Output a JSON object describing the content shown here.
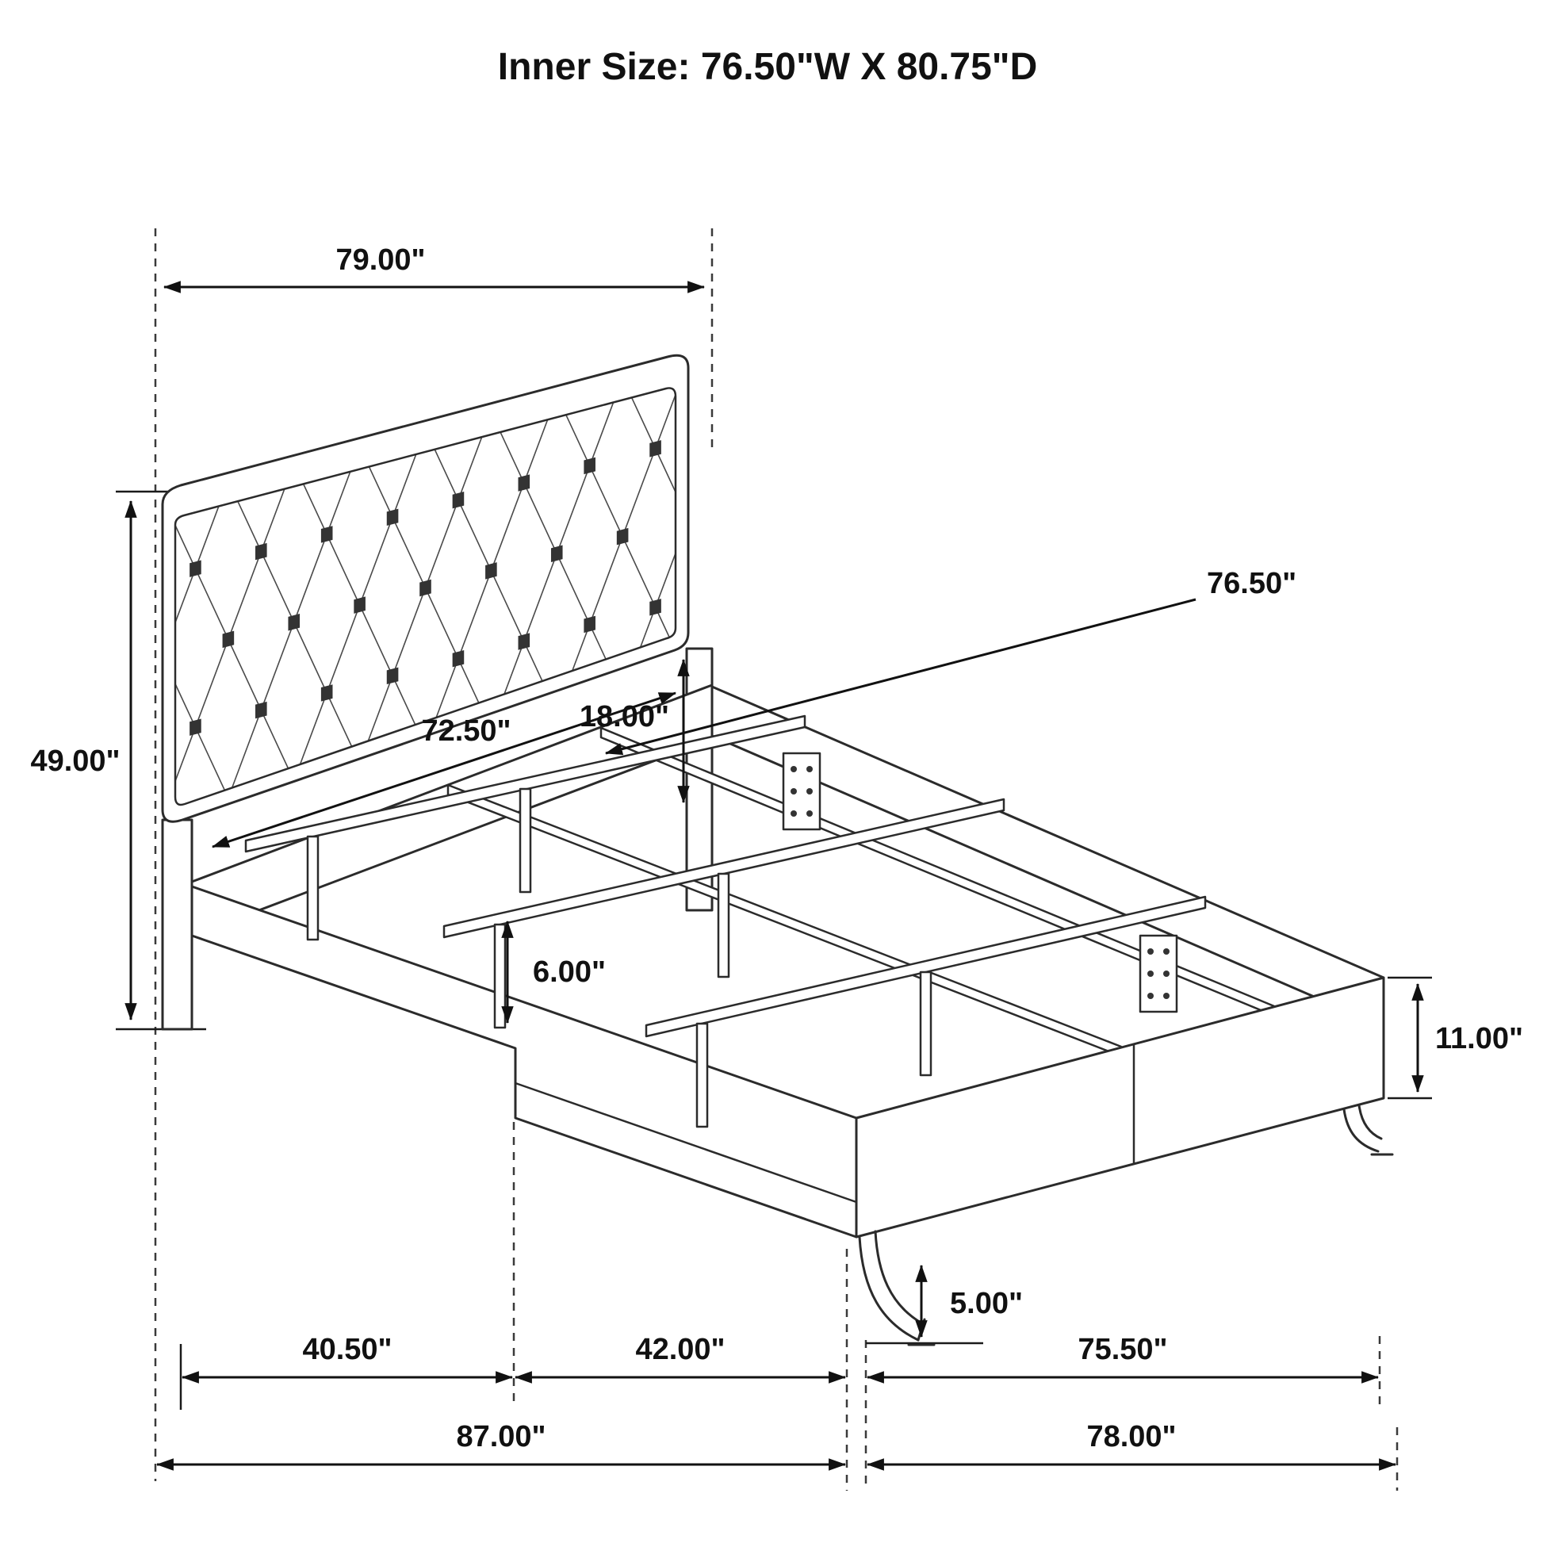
{
  "title": "Inner Size: 76.50\"W X 80.75\"D",
  "dimensions": {
    "headboard_width": "79.00\"",
    "headboard_height": "49.00\"",
    "headboard_inner_width": "72.50\"",
    "headboard_clearance": "18.00\"",
    "slat_width": "76.50\"",
    "center_leg_height": "6.00\"",
    "side_rail_height": "11.00\"",
    "foot_leg_height": "5.00\"",
    "head_section_depth": "40.50\"",
    "mid_section_depth": "42.00\"",
    "footboard_inner_width": "75.50\"",
    "overall_depth": "87.00\"",
    "footboard_width": "78.00\""
  }
}
